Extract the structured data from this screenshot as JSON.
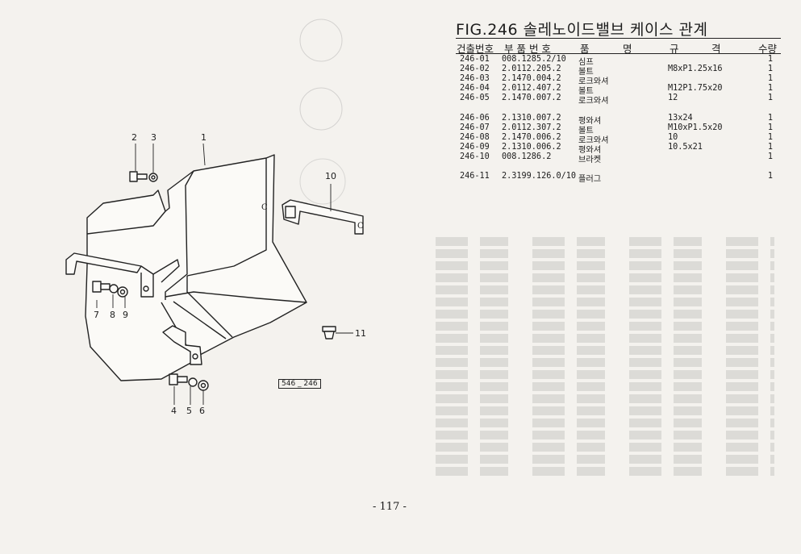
{
  "figure": {
    "title": "FIG.246 솔레노이드밸브 케이스 관계"
  },
  "columns": {
    "item_no": "건출번호",
    "part_no": "부 품 번 호",
    "name_1": "품",
    "name_2": "명",
    "spec_1": "규",
    "spec_2": "격",
    "qty": "수량"
  },
  "parts": [
    {
      "item": "246-01",
      "part": "008.1285.2/10",
      "name": "심프",
      "spec": "",
      "qty": "1"
    },
    {
      "item": "246-02",
      "part": "2.0112.205.2",
      "name": "볼트",
      "spec": "M8xP1.25x16",
      "qty": "1"
    },
    {
      "item": "246-03",
      "part": "2.1470.004.2",
      "name": "로크와셔",
      "spec": "",
      "qty": "1"
    },
    {
      "item": "246-04",
      "part": "2.0112.407.2",
      "name": "볼트",
      "spec": "M12P1.75x20",
      "qty": "1"
    },
    {
      "item": "246-05",
      "part": "2.1470.007.2",
      "name": "로크와셔",
      "spec": "12",
      "qty": "1"
    },
    {
      "item": "246-06",
      "part": "2.1310.007.2",
      "name": "평와셔",
      "spec": "13x24",
      "qty": "1"
    },
    {
      "item": "246-07",
      "part": "2.0112.307.2",
      "name": "볼트",
      "spec": "M10xP1.5x20",
      "qty": "1"
    },
    {
      "item": "246-08",
      "part": "2.1470.006.2",
      "name": "로크와셔",
      "spec": "10",
      "qty": "1"
    },
    {
      "item": "246-09",
      "part": "2.1310.006.2",
      "name": "평와셔",
      "spec": "10.5x21",
      "qty": "1"
    },
    {
      "item": "246-10",
      "part": "008.1286.2",
      "name": "브라켓",
      "spec": "",
      "qty": "1"
    },
    {
      "item": "246-11",
      "part": "2.3199.126.0/10",
      "name": "플러그",
      "spec": "",
      "qty": "1"
    }
  ],
  "callouts": {
    "c1": "1",
    "c2": "2",
    "c3": "3",
    "c4": "4",
    "c5": "5",
    "c6": "6",
    "c7": "7",
    "c8": "8",
    "c9": "9",
    "c10": "10",
    "c11": "11"
  },
  "drawing_label": "546 _ 246",
  "page_number": "- 117 -"
}
